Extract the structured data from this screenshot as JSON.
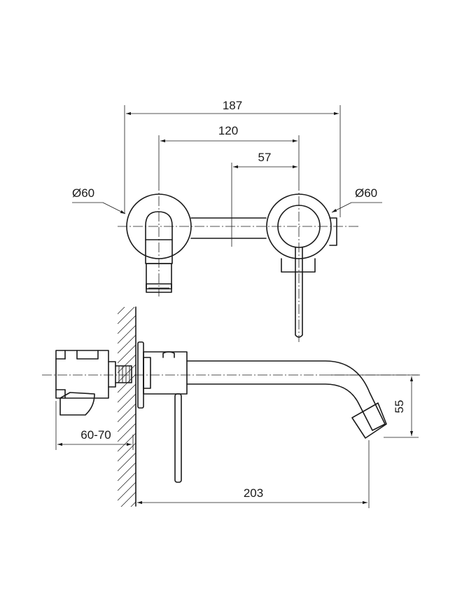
{
  "dimensions": {
    "overall_width": "187",
    "spout_to_mixer": "120",
    "pipe_length": "57",
    "left_rosette": "Ø60",
    "right_rosette": "Ø60",
    "wall_depth": "60-70",
    "spout_projection": "203",
    "spout_height": "55"
  }
}
